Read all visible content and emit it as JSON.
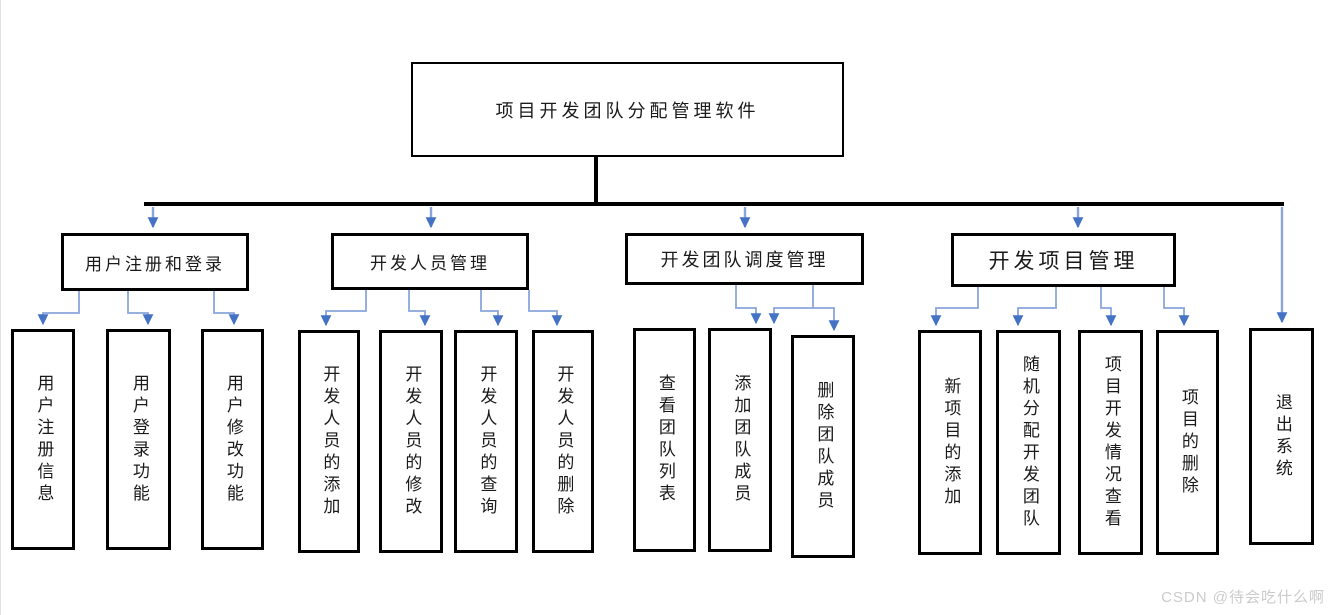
{
  "diagram": {
    "root": {
      "label": "项目开发团队分配管理软件"
    },
    "branches": [
      {
        "label": "用户注册和登录",
        "children": [
          "用户注册信息",
          "用户登录功能",
          "用户修改功能"
        ]
      },
      {
        "label": "开发人员管理",
        "children": [
          "开发人员的添加",
          "开发人员的修改",
          "开发人员的查询",
          "开发人员的删除"
        ]
      },
      {
        "label": "开发团队调度管理",
        "children": [
          "查看团队列表",
          "添加团队成员",
          "删除团队成员"
        ]
      },
      {
        "label": "开发项目管理",
        "children": [
          "新项目的添加",
          "随机分配开发团队",
          "项目开发情况查看",
          "项目的删除"
        ]
      }
    ],
    "exit": {
      "label": "退出系统"
    }
  },
  "watermark": "CSDN @待会吃什么啊",
  "colors": {
    "arrow_head": "#4472C4",
    "arrow_shaft": "#8AA5DC",
    "trunk_line": "#000000",
    "watermark_text": "#CBCBCB"
  }
}
